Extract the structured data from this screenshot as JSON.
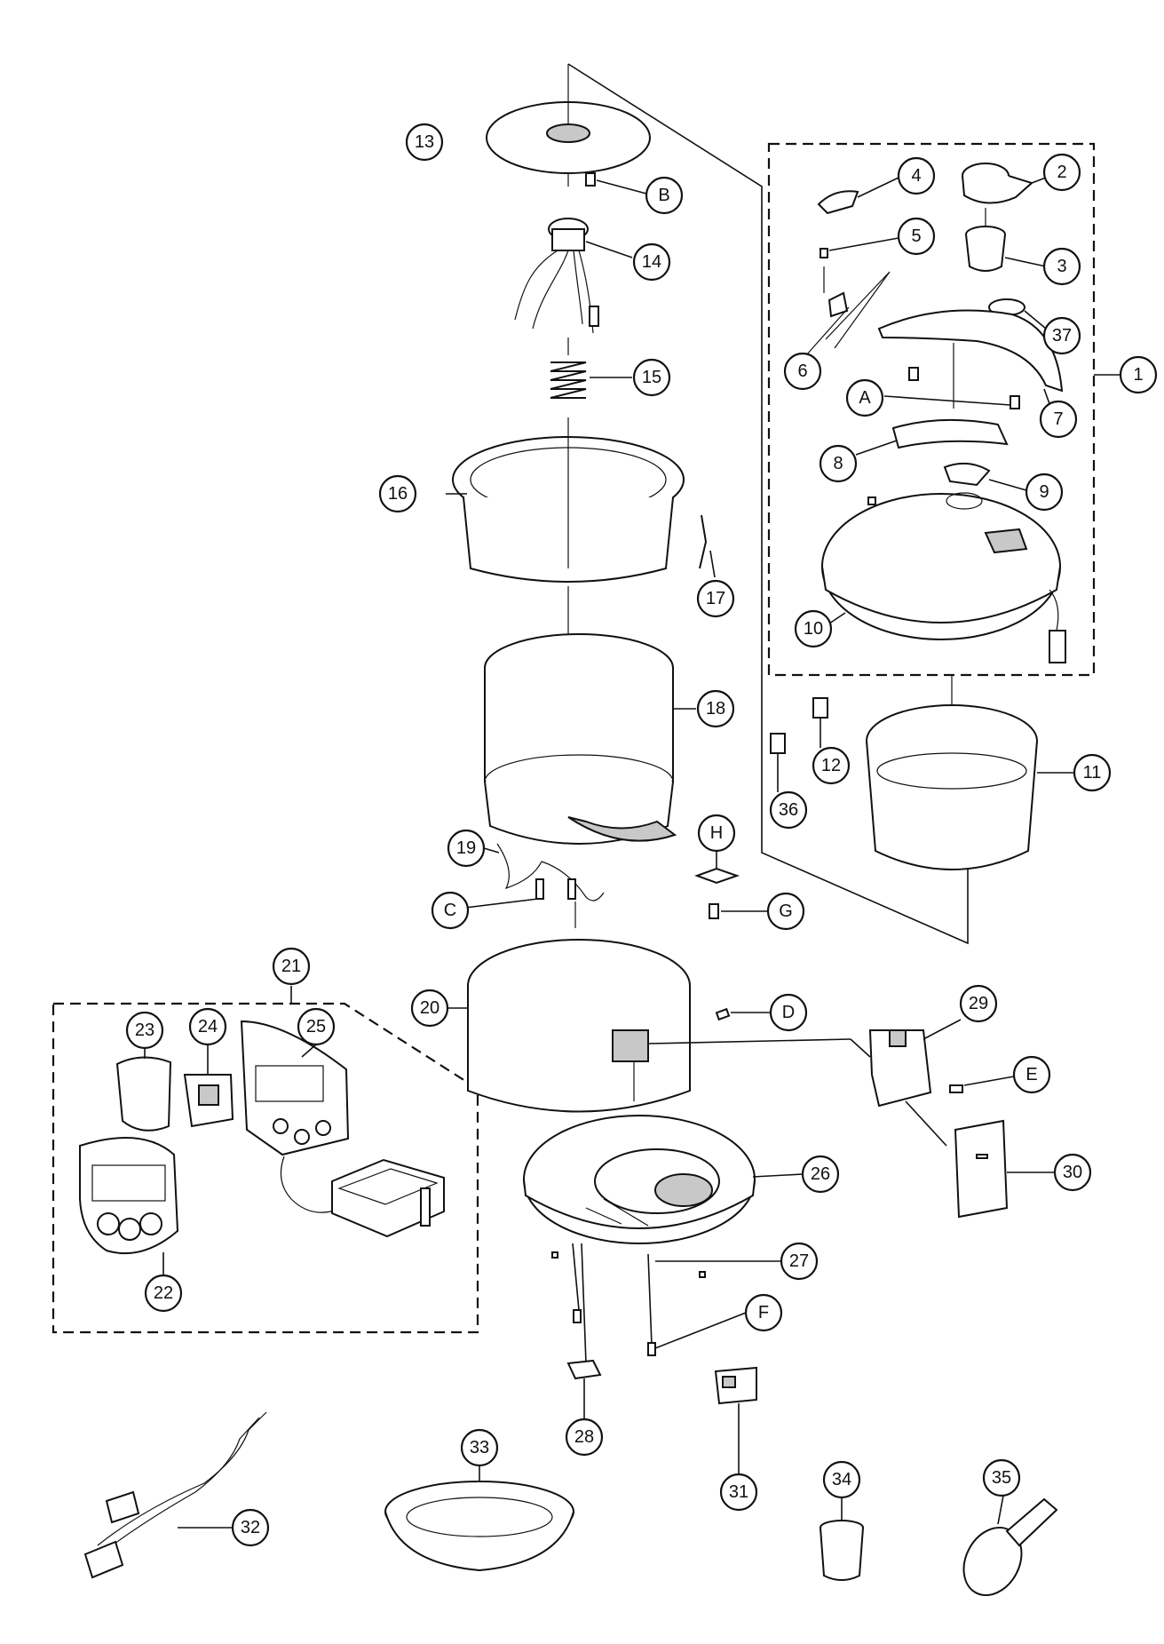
{
  "callouts": {
    "c1": "1",
    "c2": "2",
    "c3": "3",
    "c4": "4",
    "c5": "5",
    "c6": "6",
    "c7": "7",
    "c8": "8",
    "c9": "9",
    "c10": "10",
    "c11": "11",
    "c12": "12",
    "c13": "13",
    "c14": "14",
    "c15": "15",
    "c16": "16",
    "c17": "17",
    "c18": "18",
    "c19": "19",
    "c20": "20",
    "c21": "21",
    "c22": "22",
    "c23": "23",
    "c24": "24",
    "c25": "25",
    "c26": "26",
    "c27": "27",
    "c28": "28",
    "c29": "29",
    "c30": "30",
    "c31": "31",
    "c32": "32",
    "c33": "33",
    "c34": "34",
    "c35": "35",
    "c36": "36",
    "c37": "37",
    "cA": "A",
    "cB": "B",
    "cC": "C",
    "cD": "D",
    "cE": "E",
    "cF": "F",
    "cG": "G",
    "cH": "H"
  }
}
